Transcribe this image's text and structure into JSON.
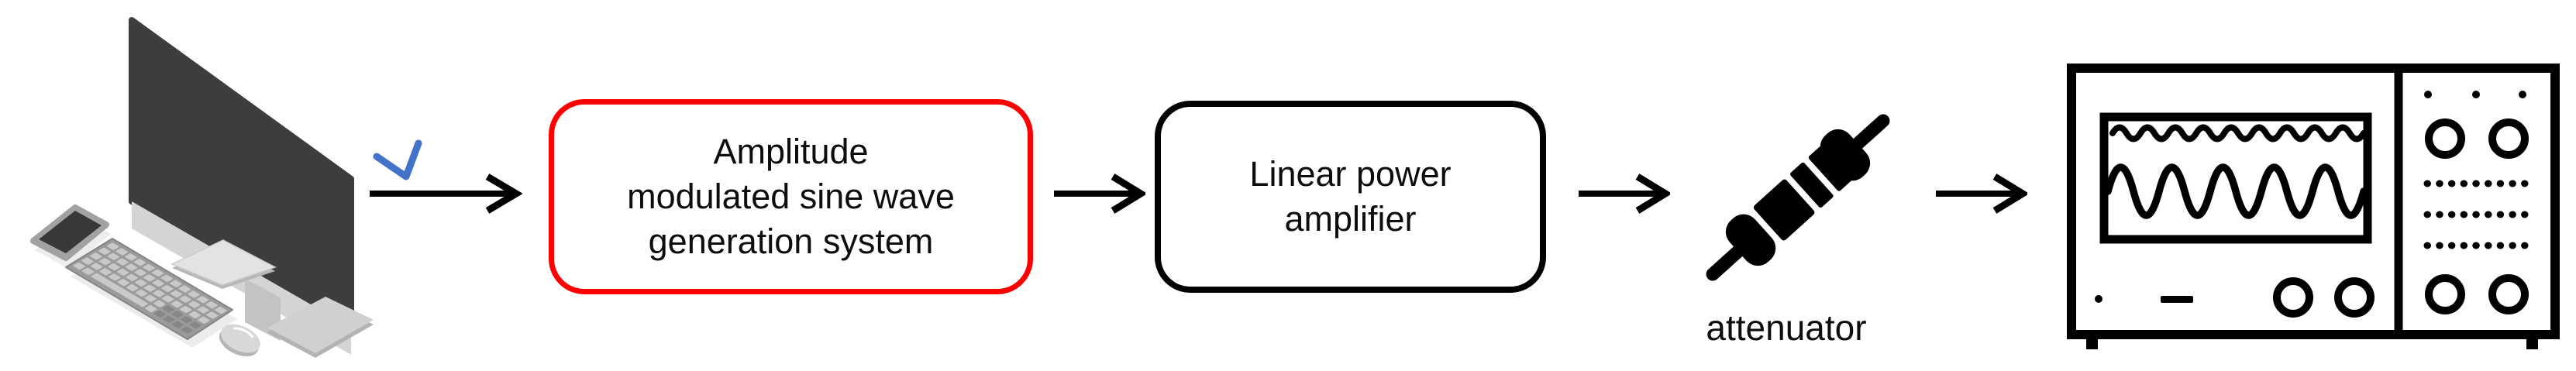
{
  "page": {
    "type": "block-diagram",
    "background": "#ffffff",
    "description": "signal chain from computer to oscilloscope"
  },
  "palette": {
    "flow_line": "#000000",
    "highlight_border": "#ff0000",
    "default_border": "#000000",
    "check_mark_blue": "#4472c4",
    "illustration_dark": "#3d3d3d",
    "illustration_light": "#cfcfcf",
    "text": "#0d0d0d"
  },
  "nodes": {
    "computer": {
      "icon": "desktop-computer-workstation"
    },
    "check_mark": {
      "icon": "check-mark",
      "color": "#4472c4"
    },
    "generator": {
      "lines": [
        "Amplitude",
        "modulated sine wave",
        "generation system"
      ],
      "border_color": "#ff0000"
    },
    "amplifier": {
      "lines": [
        "Linear power",
        "amplifier"
      ],
      "border_color": "#000000"
    },
    "attenuator": {
      "icon": "resistor",
      "label": "attenuator"
    },
    "oscilloscope": {
      "icon": "oscilloscope"
    }
  },
  "connections": [
    {
      "from": "computer",
      "to": "generator"
    },
    {
      "from": "generator",
      "to": "amplifier"
    },
    {
      "from": "amplifier",
      "to": "attenuator"
    },
    {
      "from": "attenuator",
      "to": "oscilloscope"
    }
  ]
}
